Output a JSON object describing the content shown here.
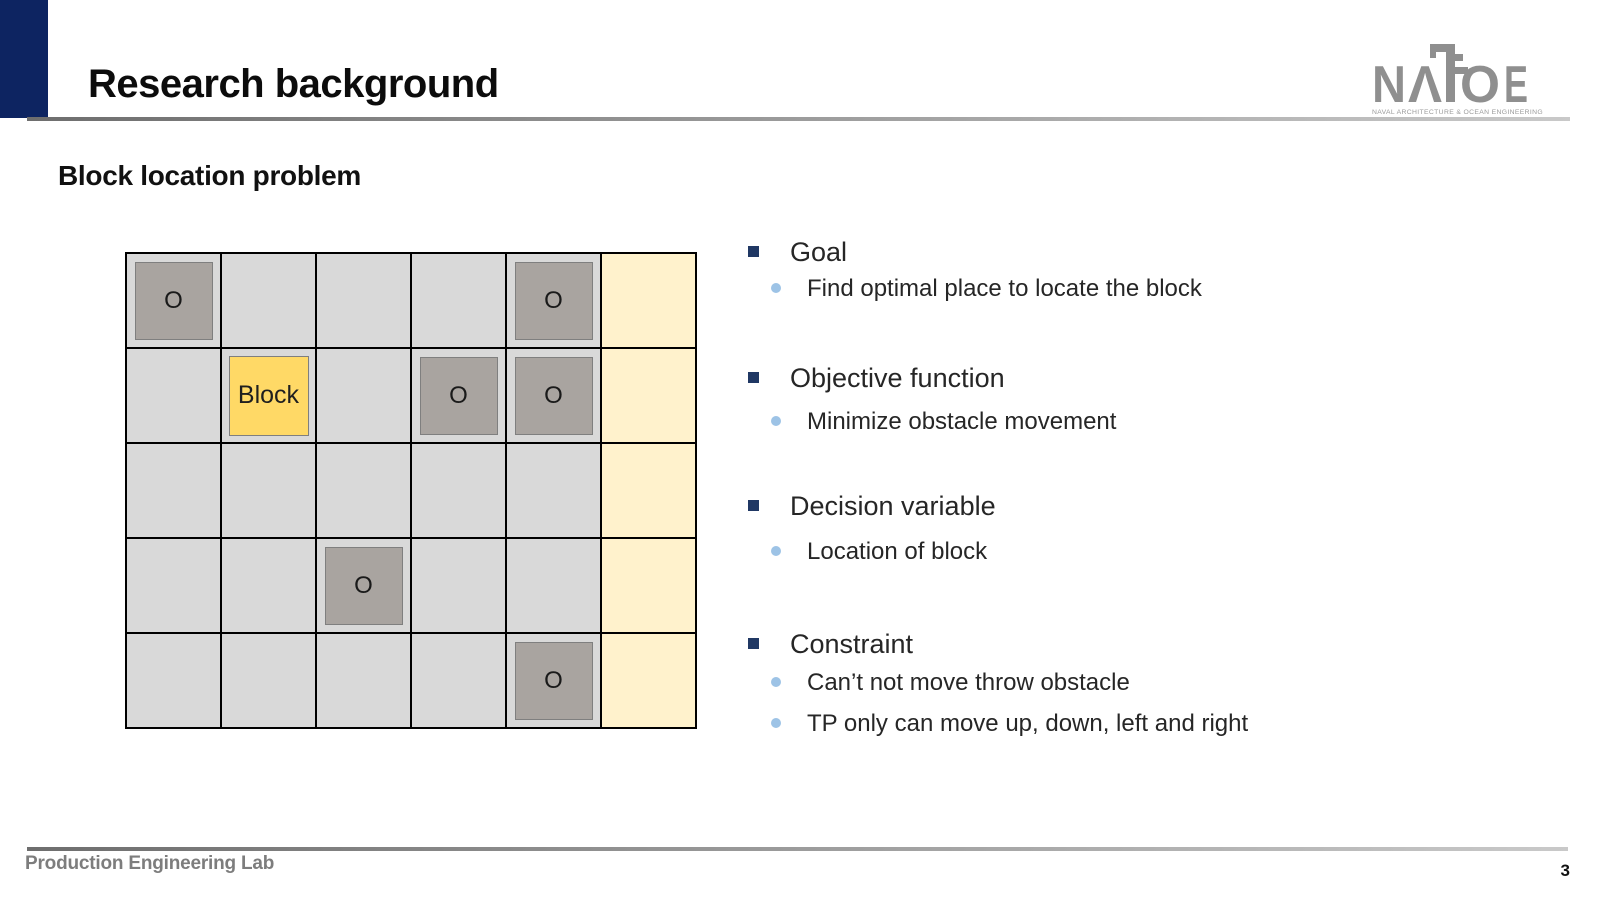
{
  "header": {
    "title": "Research background"
  },
  "logo": {
    "letters": {
      "n": "N",
      "a": "Λ",
      "o": "O",
      "e": "E"
    },
    "subtitle": "NAVAL ARCHITECTURE & OCEAN ENGINEERING",
    "color": "#8f8f8f"
  },
  "section": {
    "title": "Block location problem"
  },
  "grid": {
    "rows": 5,
    "cols": 6,
    "obstacle_label": "O",
    "block_label": "Block",
    "obstacles": [
      [
        1,
        1
      ],
      [
        1,
        5
      ],
      [
        2,
        4
      ],
      [
        2,
        5
      ],
      [
        4,
        3
      ],
      [
        5,
        5
      ]
    ],
    "block": [
      2,
      2
    ],
    "colors": {
      "cell": "#d9d9d9",
      "target_column": "#fff2cc",
      "obstacle": "#a9a4a0",
      "block": "#ffd966",
      "grid_line": "#000000"
    }
  },
  "bullets": [
    {
      "label": "Goal",
      "subs": [
        "Find optimal place to locate the block"
      ]
    },
    {
      "label": "Objective function",
      "subs": [
        "Minimize obstacle movement"
      ]
    },
    {
      "label": "Decision variable",
      "subs": [
        "Location of block"
      ]
    },
    {
      "label": "Constraint",
      "subs": [
        "Can’t not move throw obstacle",
        "TP only can move up, down, left and right"
      ]
    }
  ],
  "colors": {
    "corner_accent": "#0d2461",
    "bullet_square": "#203864",
    "bullet_dot": "#9dc3e6"
  },
  "footer": {
    "lab": "Production Engineering Lab",
    "page": "3"
  }
}
